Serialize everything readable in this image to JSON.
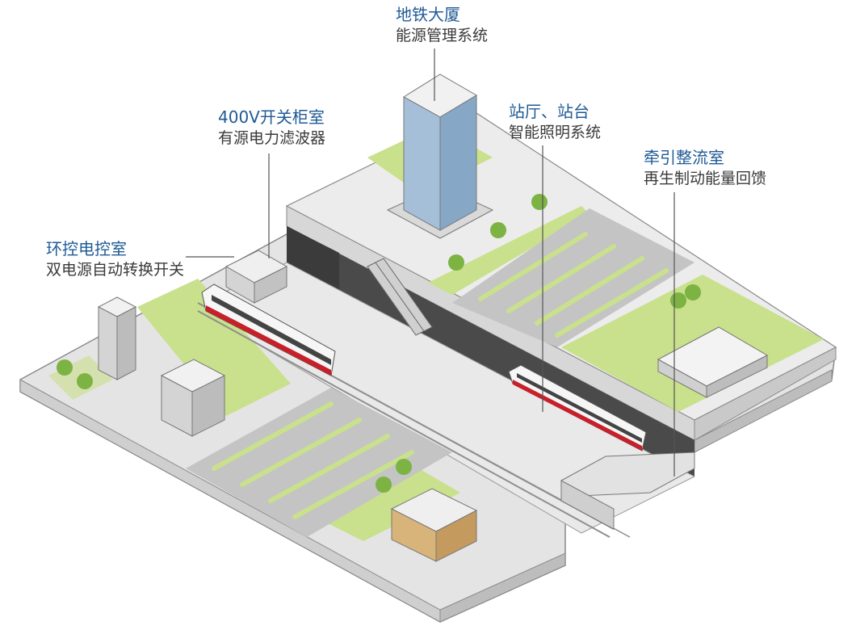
{
  "callouts": {
    "metro_building": {
      "title": "地铁大厦",
      "subtitle": "能源管理系统"
    },
    "switch_room": {
      "title": "400V开关柜室",
      "subtitle": "有源电力滤波器"
    },
    "station": {
      "title": "站厅、站台",
      "subtitle": "智能照明系统"
    },
    "traction": {
      "title": "牵引整流室",
      "subtitle": "再生制动能量回馈"
    },
    "env_control": {
      "title": "环控电控室",
      "subtitle": "双电源自动转换开关"
    }
  },
  "colors": {
    "title_blue": "#1f5a96",
    "subtitle_gray": "#3a3a3a",
    "grass": "#c9e08c",
    "ground": "#e6e6e6",
    "road": "#b9b9b9",
    "wall_dark": "#4a4a4a",
    "train_red": "#c8202a"
  }
}
